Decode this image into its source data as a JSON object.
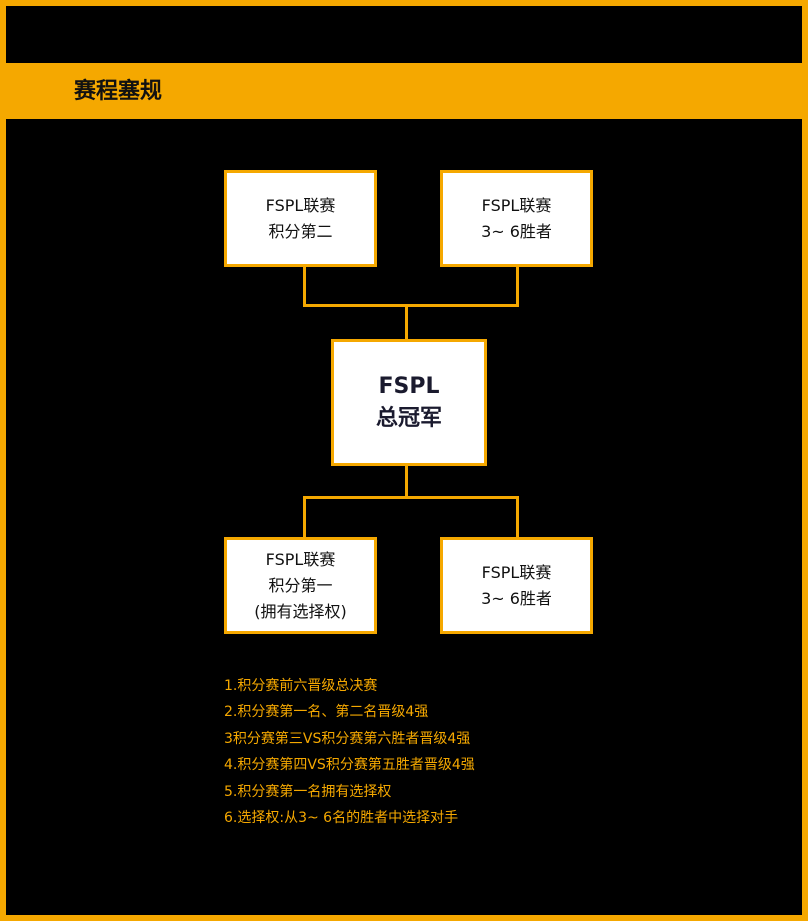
{
  "header": {
    "title": "赛程塞规"
  },
  "bracket": {
    "top_left": {
      "line1": "FSPL联赛",
      "line2": "积分第二"
    },
    "top_right": {
      "line1": "FSPL联赛",
      "line2": "3~ 6胜者"
    },
    "champion": {
      "line1": "FSPL",
      "line2": "总冠军"
    },
    "bottom_left": {
      "line1": "FSPL联赛",
      "line2": "积分第一",
      "line3": "(拥有选择权)"
    },
    "bottom_right": {
      "line1": "FSPL联赛",
      "line2": "3~ 6胜者"
    }
  },
  "rules": [
    "1.积分赛前六晋级总决赛",
    "2.积分赛第一名、第二名晋级4强",
    "3积分赛第三VS积分赛第六胜者晋级4强",
    "4.积分赛第四VS积分赛第五胜者晋级4强",
    "5.积分赛第一名拥有选择权",
    "6.选择权:从3~ 6名的胜者中选择对手"
  ],
  "colors": {
    "accent": "#F5A800",
    "background": "#000000",
    "box_fill": "#FFFFFF"
  }
}
